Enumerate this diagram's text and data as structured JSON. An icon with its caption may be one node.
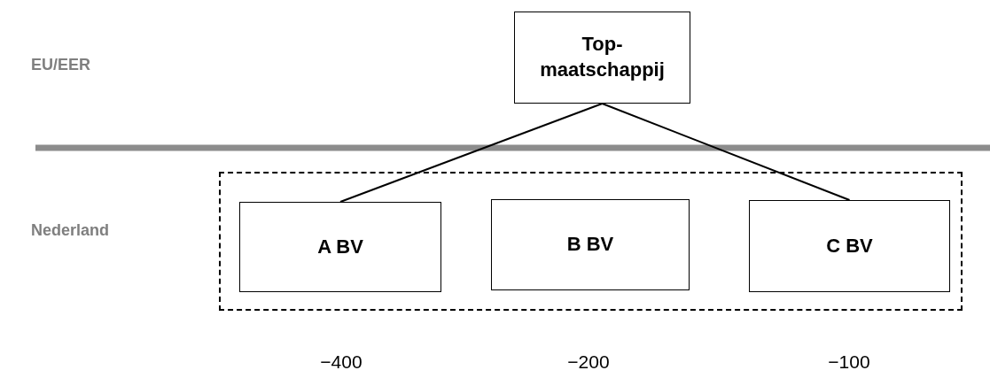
{
  "diagram": {
    "nodes": [
      {
        "text": [
          "Top-maatschappij"
        ]
      },
      {
        "text": [],
        "shape": "box"
      },
      {
        "text": [
          "A BV"
        ],
        "in": 1
      },
      {
        "text": [
          "B BV"
        ],
        "in": 1
      },
      {
        "text": [
          "C BV"
        ],
        "in": 1
      }
    ],
    "edges": [
      {
        "from": 0,
        "to": 2,
        "arrow": "none"
      },
      {
        "from": 0,
        "to": 4,
        "arrow": "none"
      }
    ],
    "labels": [
      "EU/EER",
      "Nederland",
      "−400",
      "−200",
      "−100"
    ]
  }
}
